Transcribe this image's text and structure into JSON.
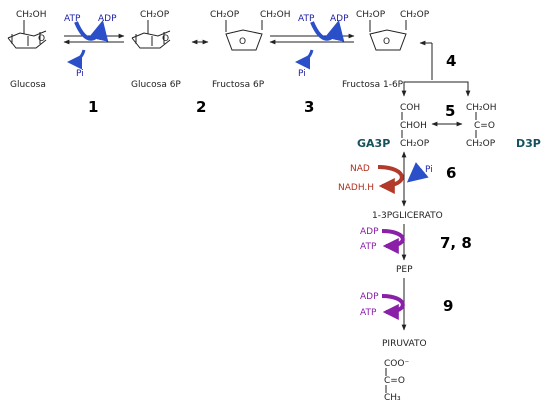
{
  "molecules": {
    "glucosa": {
      "formula": "CH₂OH",
      "name": "Glucosa"
    },
    "glucosa6p": {
      "formula": "CH₂OP",
      "name": "Glucosa 6P"
    },
    "fructosa6p": {
      "formula_left": "CH₂OP",
      "formula_right": "CH₂OH",
      "name": "Fructosa 6P"
    },
    "fructosa16p": {
      "formula_left": "CH₂OP",
      "formula_right": "CH₂OP",
      "name": "Fructosa 1-6P"
    },
    "ga3p": {
      "lines": [
        "COH",
        "CHOH",
        "CH₂OP"
      ],
      "name": "GA3P"
    },
    "d3p": {
      "lines": [
        "CH₂OH",
        "C=O",
        "CH₂OP"
      ],
      "name": "D3P"
    },
    "glicerato": {
      "name": "1-3PGLICERATO"
    },
    "pep": {
      "name": "PEP"
    },
    "piruvato": {
      "name": "PIRUVATO",
      "lines": [
        "COO⁻",
        "C=O",
        "CH₃"
      ]
    }
  },
  "cofactors": {
    "atp_1": "ATP",
    "adp_1": "ADP",
    "pi_1": "Pi",
    "atp_3": "ATP",
    "adp_3": "ADP",
    "pi_3": "Pi",
    "nad": "NAD",
    "nadh": "NADH.H",
    "pi_6": "Pi",
    "adp_7": "ADP",
    "atp_7": "ATP",
    "adp_9": "ADP",
    "atp_9": "ATP"
  },
  "steps": [
    "1",
    "2",
    "3",
    "4",
    "5",
    "6",
    "7, 8",
    "9"
  ],
  "colors": {
    "blue_arrow": "#2a4fc8",
    "red_arrow": "#b23a2a",
    "purple_arrow": "#8a1fa8",
    "teal_label": "#15525e"
  }
}
